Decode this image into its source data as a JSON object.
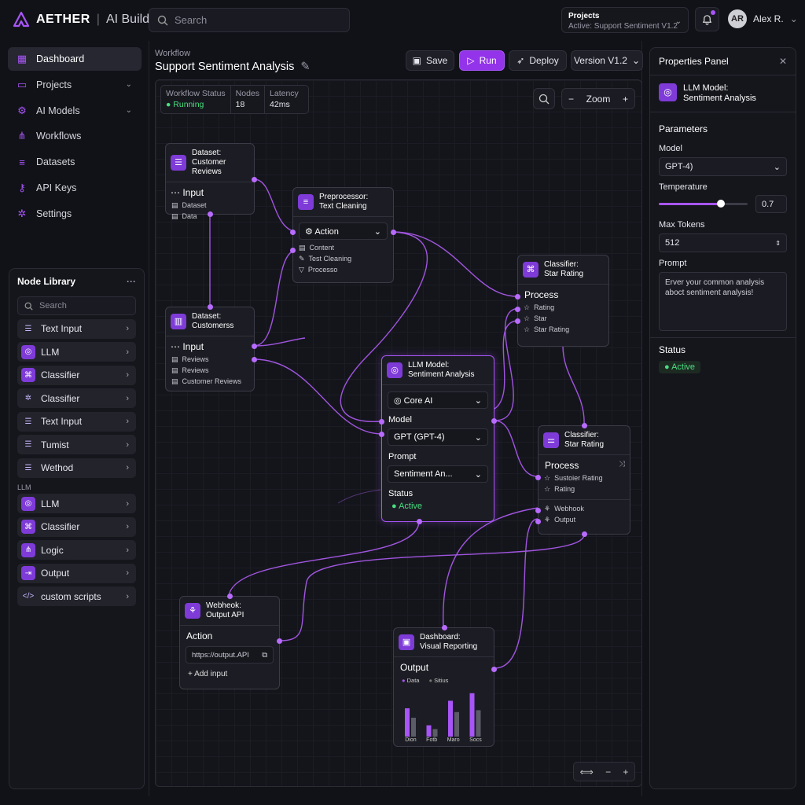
{
  "app": {
    "brand": "AETHER",
    "product": "AI Builder"
  },
  "search": {
    "placeholder": "Search"
  },
  "project": {
    "label": "Projects",
    "active": "Active: Support Sentiment V1.2"
  },
  "user": {
    "name": "Alex R."
  },
  "nav": [
    {
      "label": "Dashboard",
      "icon": "grid-icon"
    },
    {
      "label": "Projects",
      "icon": "folder-icon"
    },
    {
      "label": "AI Models",
      "icon": "chip-icon"
    },
    {
      "label": "Workflows",
      "icon": "share-icon"
    },
    {
      "label": "Datasets",
      "icon": "database-icon"
    },
    {
      "label": "API Keys",
      "icon": "key-icon"
    },
    {
      "label": "Settings",
      "icon": "gear-icon"
    }
  ],
  "library": {
    "title": "Node Library",
    "search_placeholder": "Search",
    "items": [
      "Text Input",
      "LLM",
      "Classifier",
      "Classifier",
      "Text Input",
      "Tumist",
      "Wethod"
    ],
    "section": "LLM",
    "items2": [
      "LLM",
      "Classifier",
      "Logic",
      "Output",
      "custom scripts"
    ]
  },
  "workflow": {
    "label": "Workflow",
    "title": "Support Sentiment Analysis",
    "save": "Save",
    "run": "Run",
    "deploy": "Deploy",
    "version": "Version V1.2",
    "status_label": "Workflow Status",
    "status_value": "Running",
    "nodes_label": "Nodes",
    "nodes_value": "18",
    "latency_label": "Latency",
    "latency_value": "42ms",
    "zoom_label": "Zoom"
  },
  "nodes": {
    "dataset1": {
      "title1": "Dataset:",
      "title2": "Customer Reviews",
      "section": "Input",
      "rows": [
        "Dataset",
        "Data"
      ]
    },
    "pre": {
      "title1": "Preprocessor:",
      "title2": "Text Cleaning",
      "dropdown": "Action",
      "rows": [
        "Content",
        "Test Cleaning",
        "Processo"
      ]
    },
    "cls1": {
      "title1": "Classifier:",
      "title2": "Star Rating",
      "section": "Process",
      "rows": [
        "Rating",
        "Star",
        "Star Rating"
      ]
    },
    "dataset2": {
      "title1": "Dataset:",
      "title2": "Customerss",
      "section": "Input",
      "rows": [
        "Reviews",
        "Reviews",
        "Customer Reviews"
      ]
    },
    "llm": {
      "title1": "LLM Model:",
      "title2": "Sentiment Analysis",
      "core": "Core AI",
      "model_label": "Model",
      "model": "GPT (GPT-4)",
      "prompt_label": "Prompt",
      "prompt": "Sentiment An...",
      "status_label": "Status",
      "status": "Active"
    },
    "cls2": {
      "title1": "Classifier:",
      "title2": "Star Rating",
      "section": "Process",
      "rows": [
        "Sustoier Rating",
        "Rating",
        "Webhook",
        "Output"
      ]
    },
    "webhook": {
      "title1": "Webheok:",
      "title2": "Output API",
      "section": "Action",
      "url": "https://output.API",
      "add": "Add input"
    },
    "dash": {
      "title1": "Dashboard:",
      "title2": "Visual Reporting",
      "section": "Output",
      "legend": [
        "Data",
        "Sitius"
      ],
      "categories": [
        "Dion",
        "Fotb",
        "Maro",
        "Socs"
      ]
    }
  },
  "chart_data": {
    "type": "bar",
    "categories": [
      "Dion",
      "Fotb",
      "Maro",
      "Socs"
    ],
    "series": [
      {
        "name": "Data",
        "values": [
          30,
          12,
          38,
          46
        ]
      },
      {
        "name": "Sitius",
        "values": [
          20,
          8,
          26,
          28
        ]
      }
    ]
  },
  "props": {
    "title": "Properties Panel",
    "model_title1": "LLM Model:",
    "model_title2": "Sentiment Analysis",
    "params": "Parameters",
    "model_label": "Model",
    "model_value": "GPT-4)",
    "temp_label": "Temperature",
    "temp_value": "0.7",
    "temp_fraction": 0.7,
    "tokens_label": "Max Tokens",
    "tokens_value": "512",
    "prompt_label": "Prompt",
    "prompt_value": "Erver your common analysis aboct sentiment analysis!",
    "status_label": "Status",
    "status_value": "Active"
  },
  "colors": {
    "accent": "#a855f7",
    "active": "#4ade80",
    "bg": "#111218"
  }
}
